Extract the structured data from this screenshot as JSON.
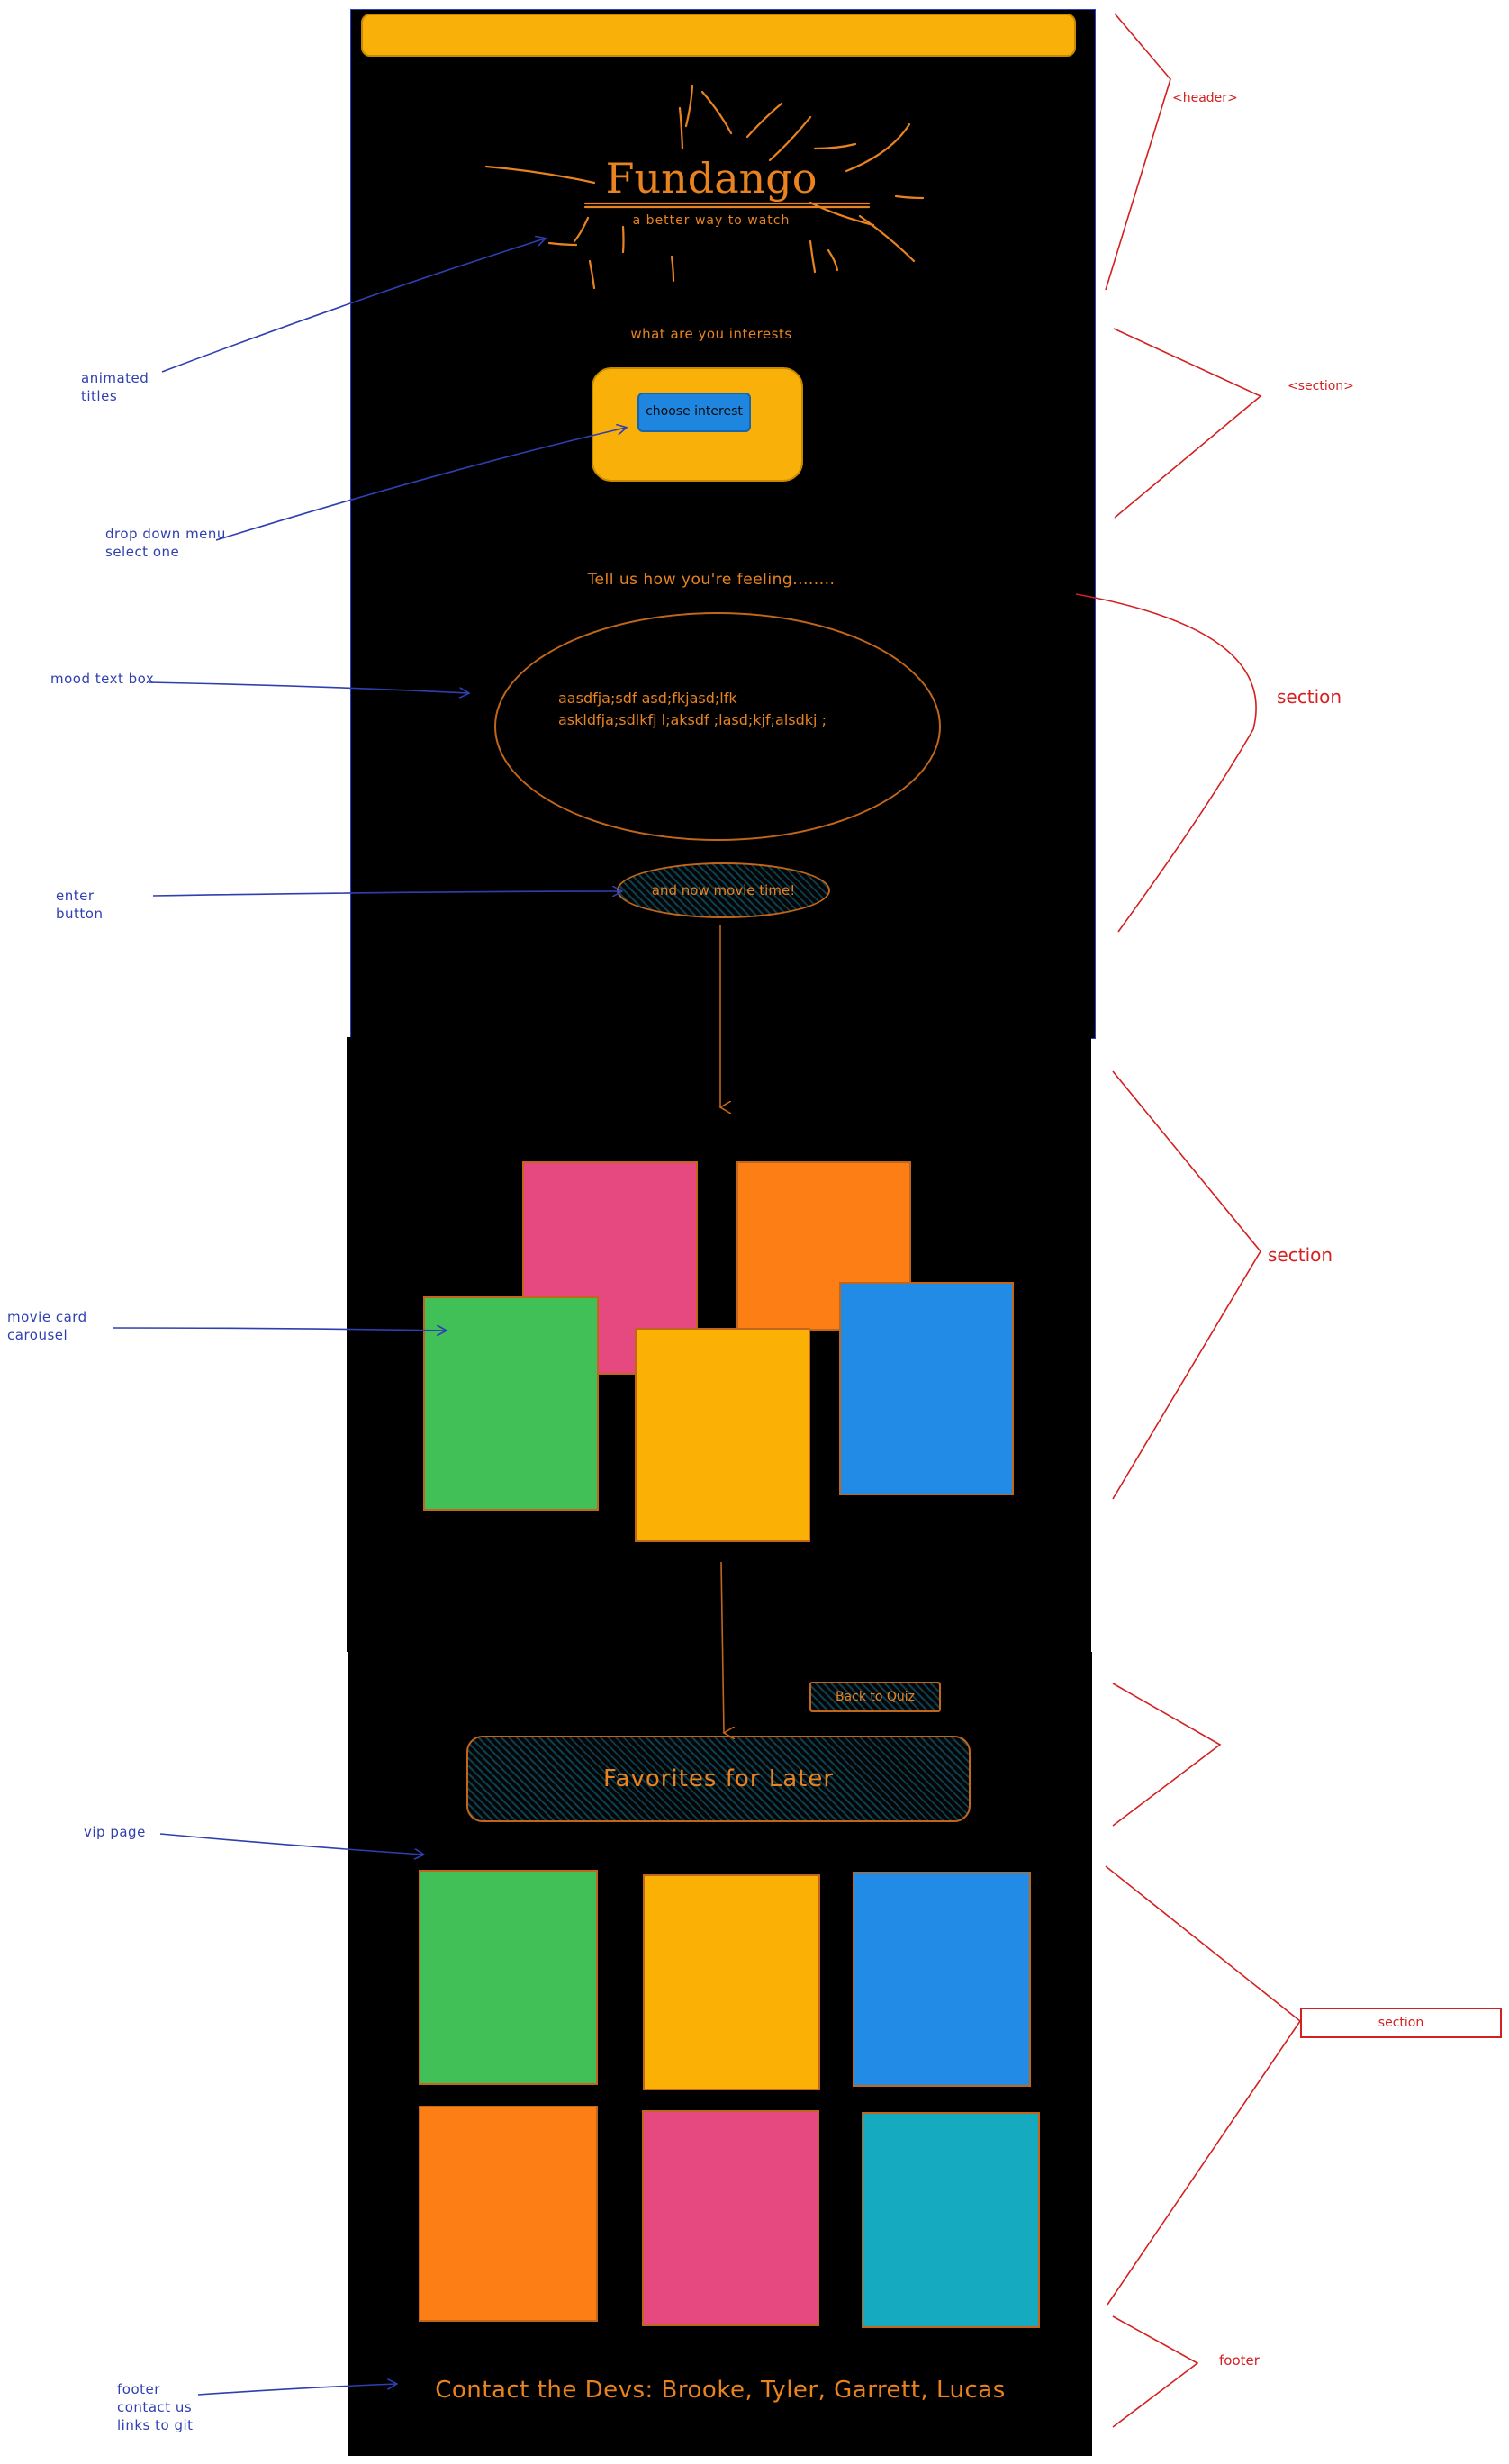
{
  "header": {
    "bar_color": "#f9b10a",
    "title": "Fundango",
    "tagline": "a better way to watch"
  },
  "interest_section": {
    "prompt": "what are you interests",
    "dropdown_label": "choose interest"
  },
  "mood_section": {
    "prompt": "Tell us how you're feeling........",
    "text_line_1": "aasdfja;sdf asd;fkjasd;lfk",
    "text_line_2": "askldfja;sdlkfj l;aksdf ;lasd;kjf;alsdkj ;",
    "enter_button": "and now movie time!"
  },
  "carousel": {
    "cards": [
      {
        "color": "#e64980"
      },
      {
        "color": "#fd7e14"
      },
      {
        "color": "#40c057"
      },
      {
        "color": "#fab005"
      },
      {
        "color": "#228be6"
      }
    ]
  },
  "vip": {
    "back_button": "Back to Quiz",
    "heading": "Favorites for Later",
    "cards": [
      {
        "color": "#40c057"
      },
      {
        "color": "#fab005"
      },
      {
        "color": "#228be6"
      },
      {
        "color": "#fd7e14"
      },
      {
        "color": "#e64980"
      },
      {
        "color": "#15aabf"
      }
    ]
  },
  "footer": {
    "text": "Contact the Devs: Brooke, Tyler, Garrett, Lucas"
  },
  "annotations": {
    "animated_titles": "animated\ntitles",
    "dropdown": "drop down menu\nselect one",
    "mood_box": "mood text box",
    "enter_button": "enter\nbutton",
    "carousel": "movie card\ncarousel",
    "vip_page": "vip page",
    "footer": "footer\ncontact us\nlinks to git"
  },
  "region_labels": {
    "header": "<header>",
    "section_1": "<section>",
    "section_2": "section",
    "section_3": "section",
    "section_4": "section",
    "footer": "footer"
  },
  "colors": {
    "orange_text": "#e8831f",
    "annotation_blue": "#2f3fb0",
    "region_red": "#d42020",
    "panel_bg": "#000000",
    "dropdown_blue": "#1f86e0",
    "teal_fill": "#0b3f50"
  }
}
